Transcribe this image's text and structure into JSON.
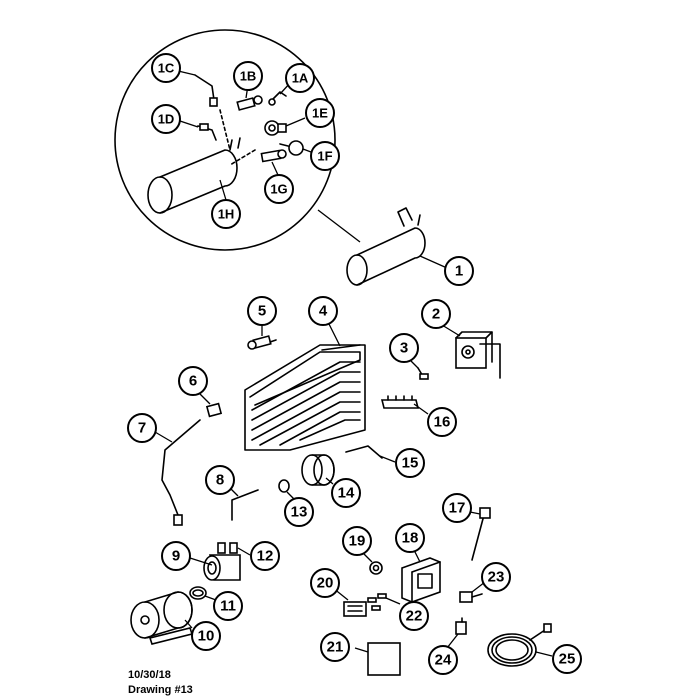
{
  "drawing": {
    "date": "10/30/18",
    "number": "Drawing #13"
  },
  "callouts": {
    "c1": "1",
    "c1A": "1A",
    "c1B": "1B",
    "c1C": "1C",
    "c1D": "1D",
    "c1E": "1E",
    "c1F": "1F",
    "c1G": "1G",
    "c1H": "1H",
    "c2": "2",
    "c3": "3",
    "c4": "4",
    "c5": "5",
    "c6": "6",
    "c7": "7",
    "c8": "8",
    "c9": "9",
    "c10": "10",
    "c11": "11",
    "c12": "12",
    "c13": "13",
    "c14": "14",
    "c15": "15",
    "c16": "16",
    "c17": "17",
    "c18": "18",
    "c19": "19",
    "c20": "20",
    "c21": "21",
    "c22": "22",
    "c23": "23",
    "c24": "24",
    "c25": "25"
  }
}
